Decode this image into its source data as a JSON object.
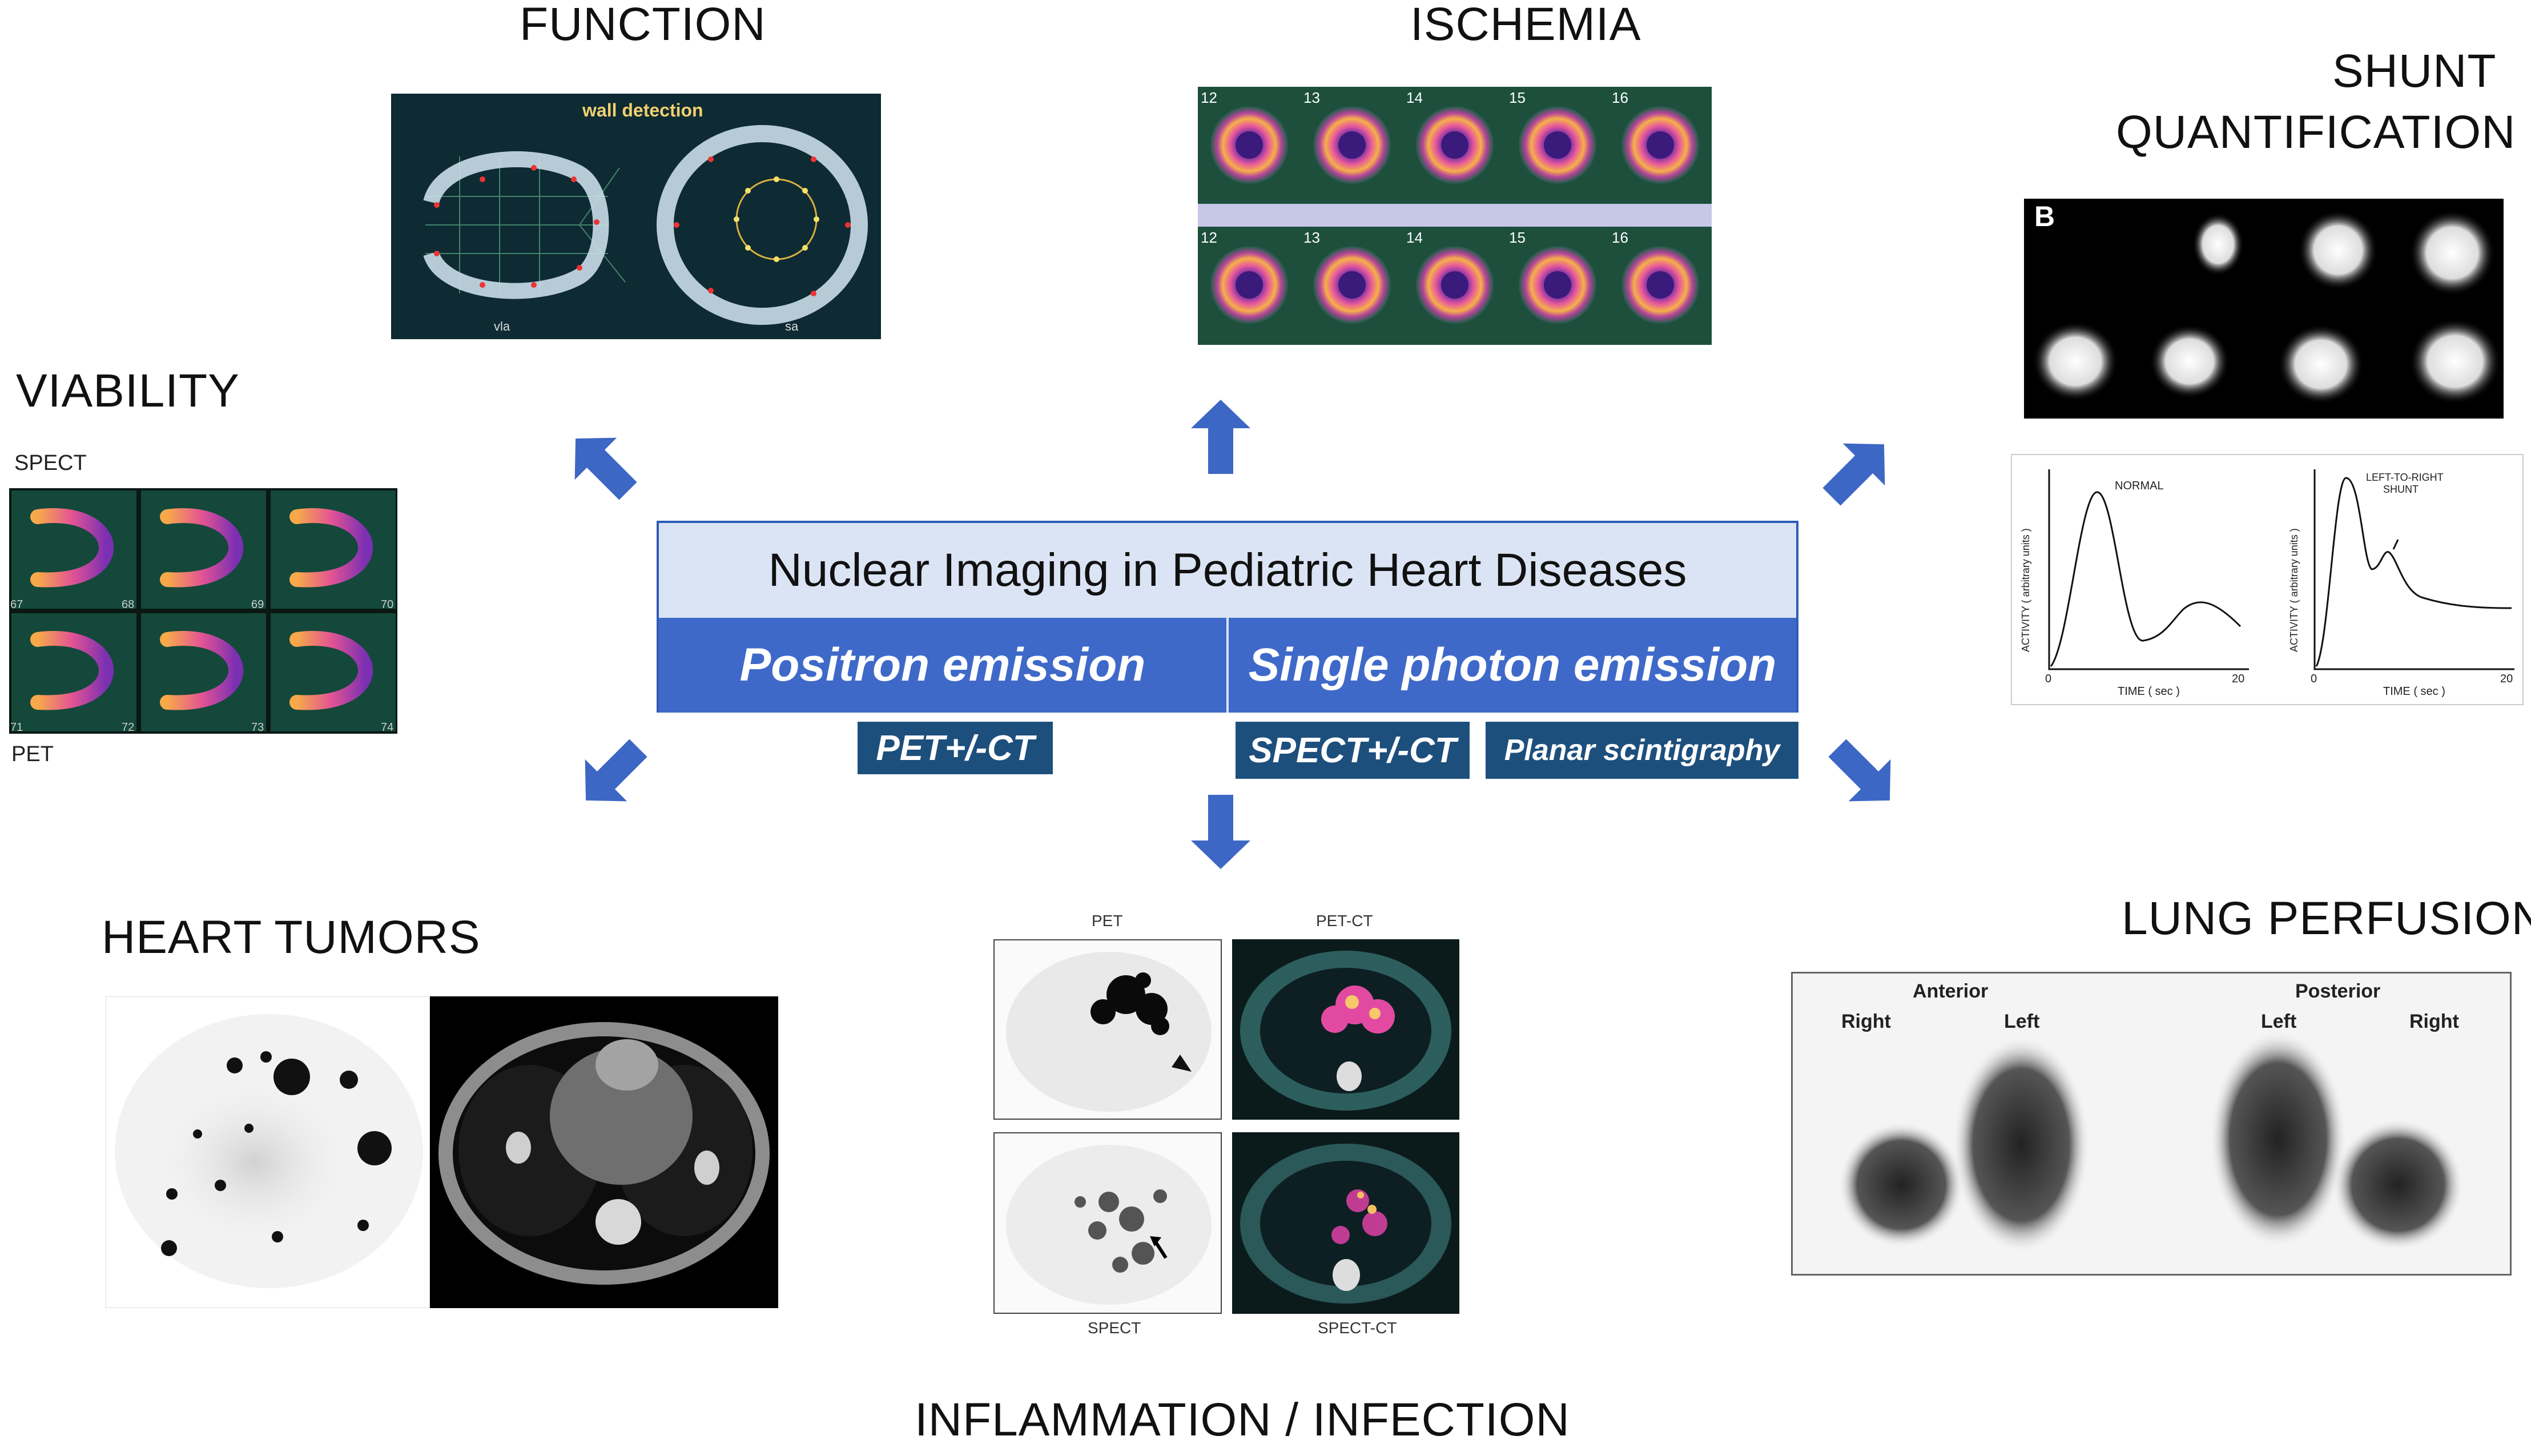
{
  "center": {
    "title": "Nuclear Imaging in Pediatric Heart Diseases",
    "positron": "Positron emission",
    "single_photon": "Single photon emission",
    "pet_ct": "PET+/-CT",
    "spect_ct": "SPECT+/-CT",
    "planar": "Planar scintigraphy"
  },
  "sections": {
    "function": "FUNCTION",
    "ischemia": "ISCHEMIA",
    "shunt_line1": "SHUNT",
    "shunt_line2": "QUANTIFICATION",
    "viability": "VIABILITY",
    "heart_tumors": "HEART TUMORS",
    "lung_perfusion": "LUNG PERFUSION",
    "inflammation": "INFLAMMATION / INFECTION"
  },
  "function_panel": {
    "caption": "wall detection",
    "label_left": "vla",
    "label_right": "sa"
  },
  "ischemia_panel": {
    "slices": [
      "12",
      "13",
      "14",
      "15",
      "16"
    ]
  },
  "viability_panel": {
    "top_label": "SPECT",
    "bottom_label": "PET",
    "top_numbers": [
      "67",
      "68",
      "69",
      "70"
    ],
    "bottom_numbers": [
      "71",
      "72",
      "73",
      "74"
    ]
  },
  "shunt_panel": {
    "letter": "B",
    "left_chart": {
      "label": "NORMAL",
      "ylabel": "ACTIVITY ( arbitrary units )",
      "xlabel": "TIME ( sec )",
      "x_ticks": [
        "0",
        "20"
      ]
    },
    "right_chart": {
      "label_line1": "LEFT-TO-RIGHT",
      "label_line2": "SHUNT",
      "ylabel": "ACTIVITY ( arbitrary units )",
      "xlabel": "TIME ( sec )",
      "x_ticks": [
        "0",
        "20"
      ]
    }
  },
  "inflammation_panel": {
    "top_left": "PET",
    "top_right": "PET-CT",
    "bottom_left": "SPECT",
    "bottom_right": "SPECT-CT"
  },
  "lung_panel": {
    "anterior": "Anterior",
    "posterior": "Posterior",
    "ant_right": "Right",
    "ant_left": "Left",
    "post_left": "Left",
    "post_right": "Right"
  },
  "colors": {
    "arrow": "#3d67c4",
    "title_bg": "#dbe4f4",
    "band": "#3f69c9",
    "button": "#1d4f7d"
  }
}
